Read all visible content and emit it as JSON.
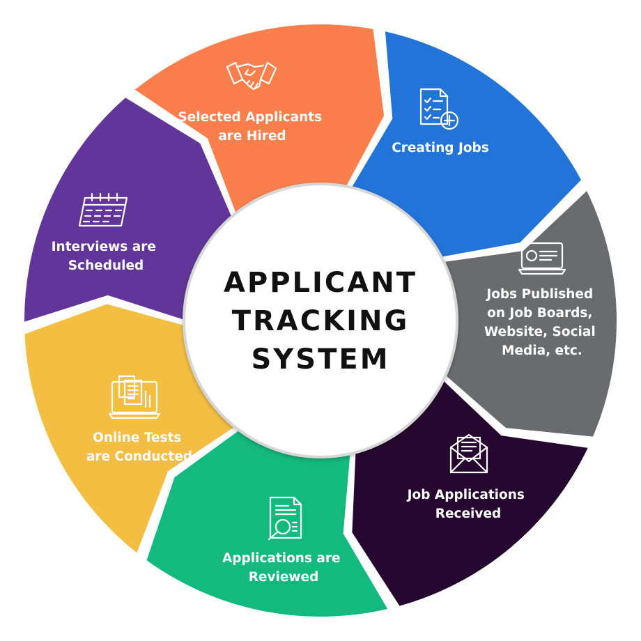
{
  "center": {
    "title_lines": [
      "APPLICANT",
      "TRACKING",
      "SYSTEM"
    ]
  },
  "colors": {
    "segment_1": "#FB7F4C",
    "segment_2": "#2374D9",
    "segment_3": "#6A6B6F",
    "segment_4": "#26072F",
    "segment_5": "#14B97F",
    "segment_6": "#F4BE43",
    "segment_7": "#62359A",
    "center_fill": "#FFFFFF",
    "center_text": "#111111"
  },
  "segments": [
    {
      "label_lines": [
        "Creating Jobs"
      ],
      "icon": "document-add-icon"
    },
    {
      "label_lines": [
        "Jobs Published",
        "on Job Boards,",
        "Website, Social",
        "Media, etc."
      ],
      "icon": "laptop-profile-icon"
    },
    {
      "label_lines": [
        "Job Applications",
        "Received"
      ],
      "icon": "envelope-document-icon"
    },
    {
      "label_lines": [
        "Applications are",
        "Reviewed"
      ],
      "icon": "document-magnifier-icon"
    },
    {
      "label_lines": [
        "Online Tests",
        "are Conducted"
      ],
      "icon": "laptop-documents-icon"
    },
    {
      "label_lines": [
        "Interviews are",
        "Scheduled"
      ],
      "icon": "calendar-icon"
    },
    {
      "label_lines": [
        "Selected Applicants",
        "are Hired"
      ],
      "icon": "handshake-icon"
    }
  ]
}
